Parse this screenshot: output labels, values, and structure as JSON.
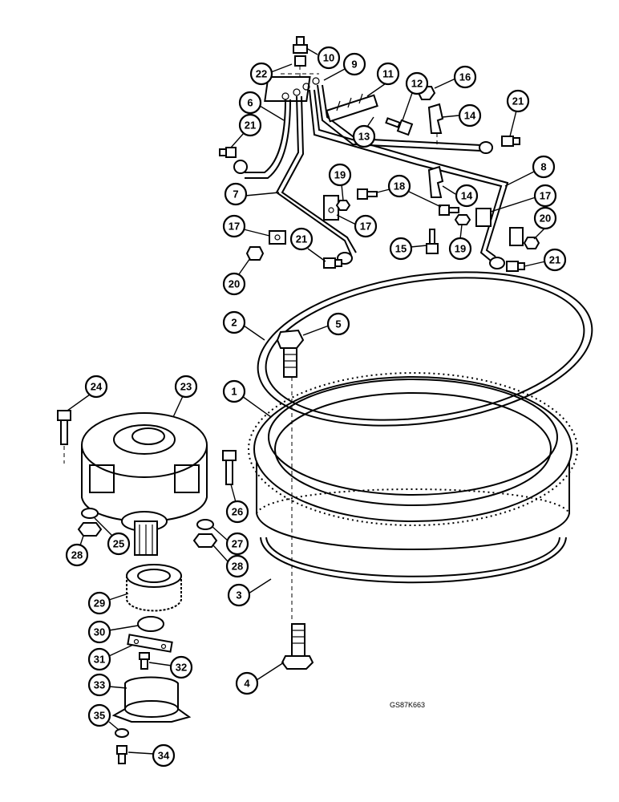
{
  "reference_code": "GS87K663",
  "callouts": [
    {
      "label": "1"
    },
    {
      "label": "2"
    },
    {
      "label": "3"
    },
    {
      "label": "4"
    },
    {
      "label": "5"
    },
    {
      "label": "6"
    },
    {
      "label": "7"
    },
    {
      "label": "8"
    },
    {
      "label": "9"
    },
    {
      "label": "10"
    },
    {
      "label": "11"
    },
    {
      "label": "12"
    },
    {
      "label": "13"
    },
    {
      "label": "14"
    },
    {
      "label": "14"
    },
    {
      "label": "15"
    },
    {
      "label": "16"
    },
    {
      "label": "17"
    },
    {
      "label": "17"
    },
    {
      "label": "17"
    },
    {
      "label": "18"
    },
    {
      "label": "19"
    },
    {
      "label": "19"
    },
    {
      "label": "20"
    },
    {
      "label": "20"
    },
    {
      "label": "21"
    },
    {
      "label": "21"
    },
    {
      "label": "21"
    },
    {
      "label": "21"
    },
    {
      "label": "22"
    },
    {
      "label": "23"
    },
    {
      "label": "24"
    },
    {
      "label": "25"
    },
    {
      "label": "26"
    },
    {
      "label": "27"
    },
    {
      "label": "28"
    },
    {
      "label": "28"
    },
    {
      "label": "29"
    },
    {
      "label": "30"
    },
    {
      "label": "31"
    },
    {
      "label": "32"
    },
    {
      "label": "33"
    },
    {
      "label": "34"
    },
    {
      "label": "35"
    }
  ]
}
